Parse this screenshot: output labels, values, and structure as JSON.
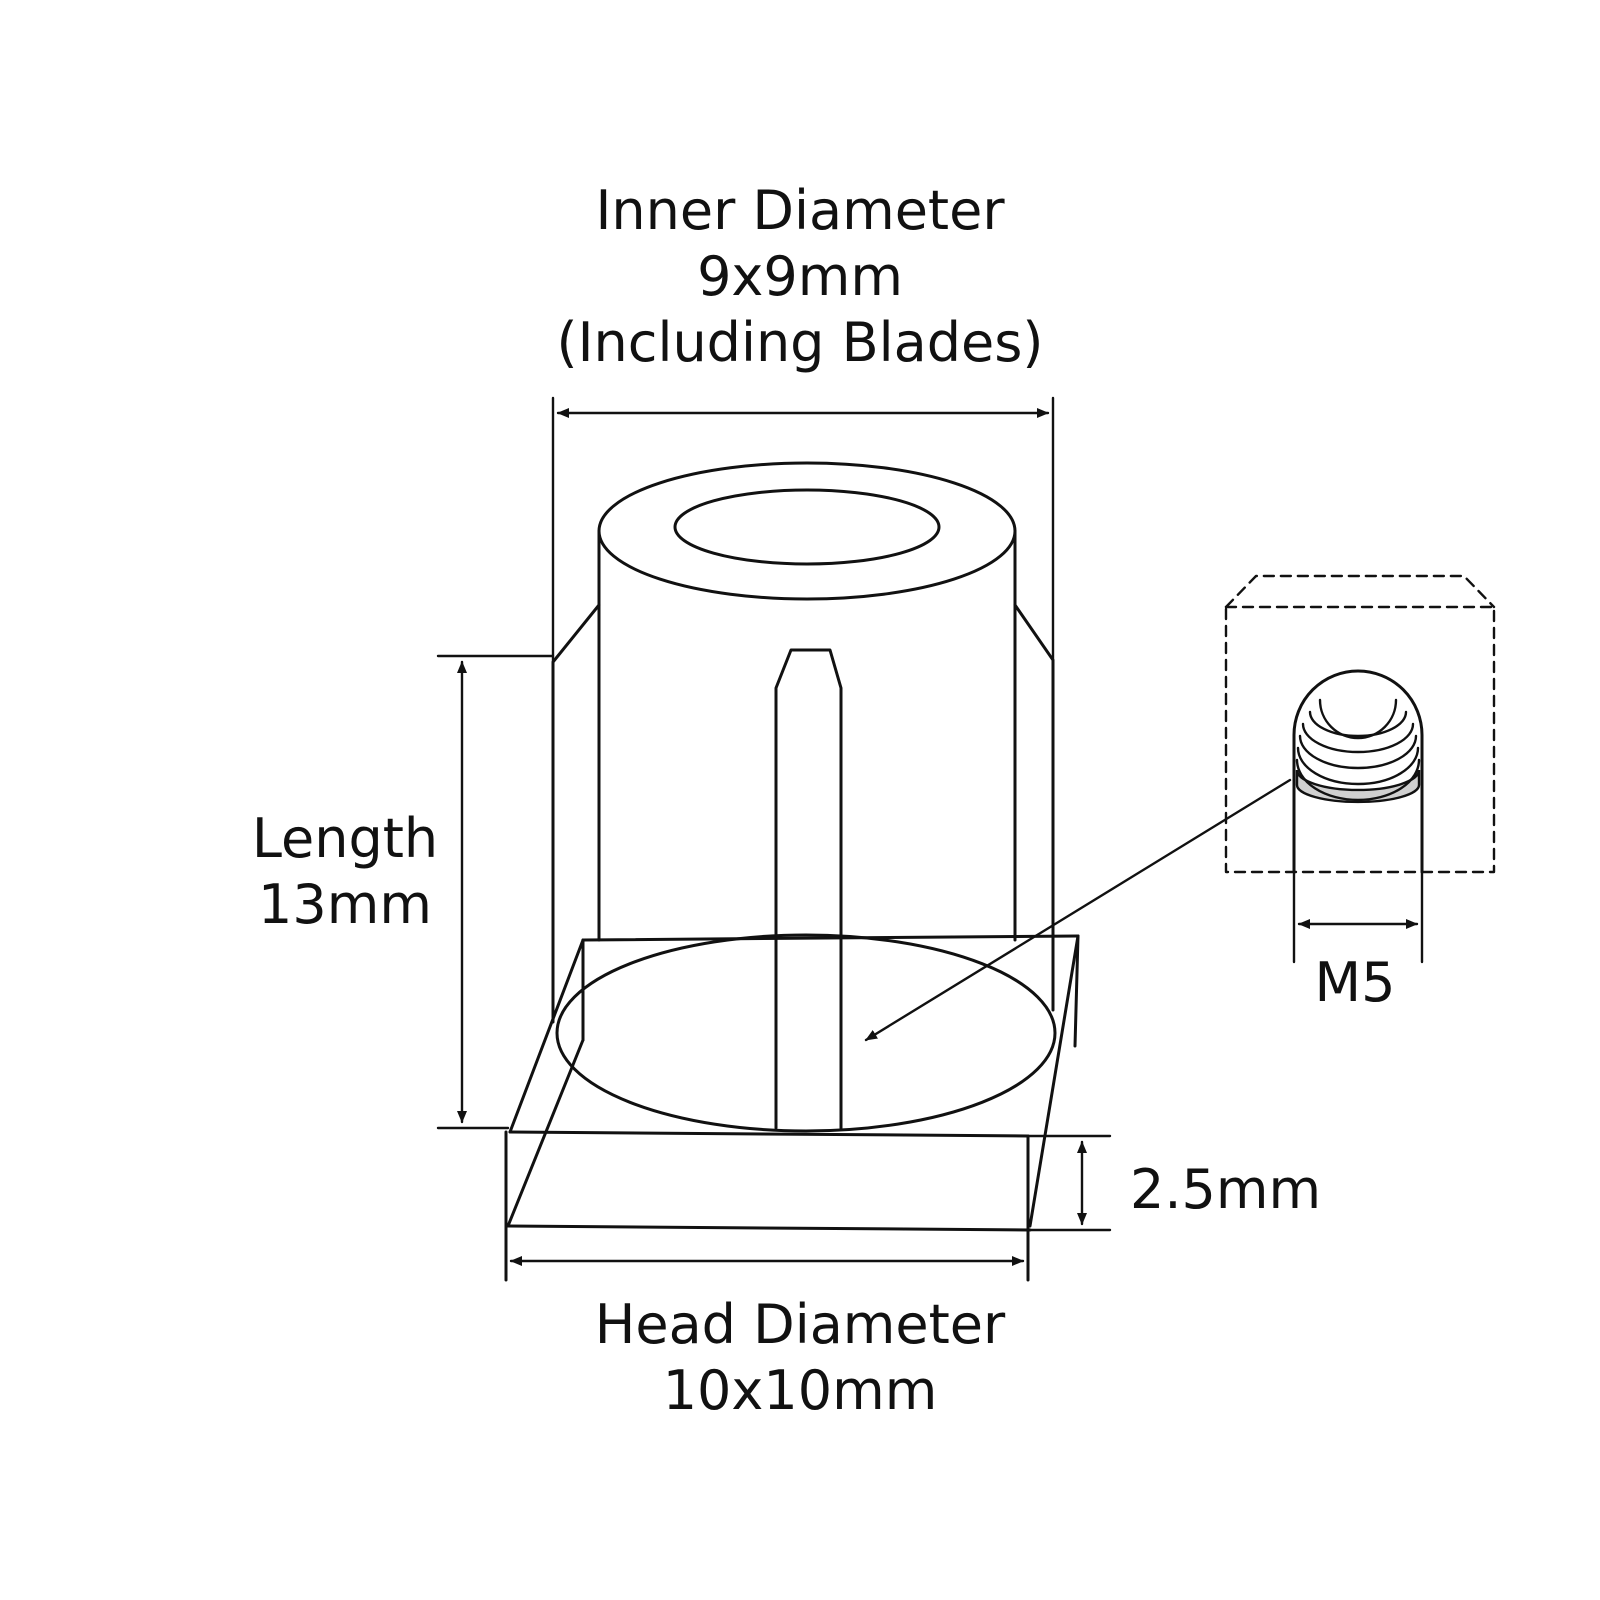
{
  "labels": {
    "inner_diameter": {
      "title": "Inner Diameter",
      "value": "9x9mm",
      "note": "(Including Blades)"
    },
    "length": {
      "title": "Length",
      "value": "13mm"
    },
    "head_thickness": {
      "value": "2.5mm"
    },
    "head_diameter": {
      "title": "Head Diameter",
      "value": "10x10mm"
    },
    "thread": {
      "value": "M5"
    }
  },
  "colors": {
    "line": "#111111",
    "background": "#ffffff",
    "thread_shade": "#d0d0d0"
  }
}
